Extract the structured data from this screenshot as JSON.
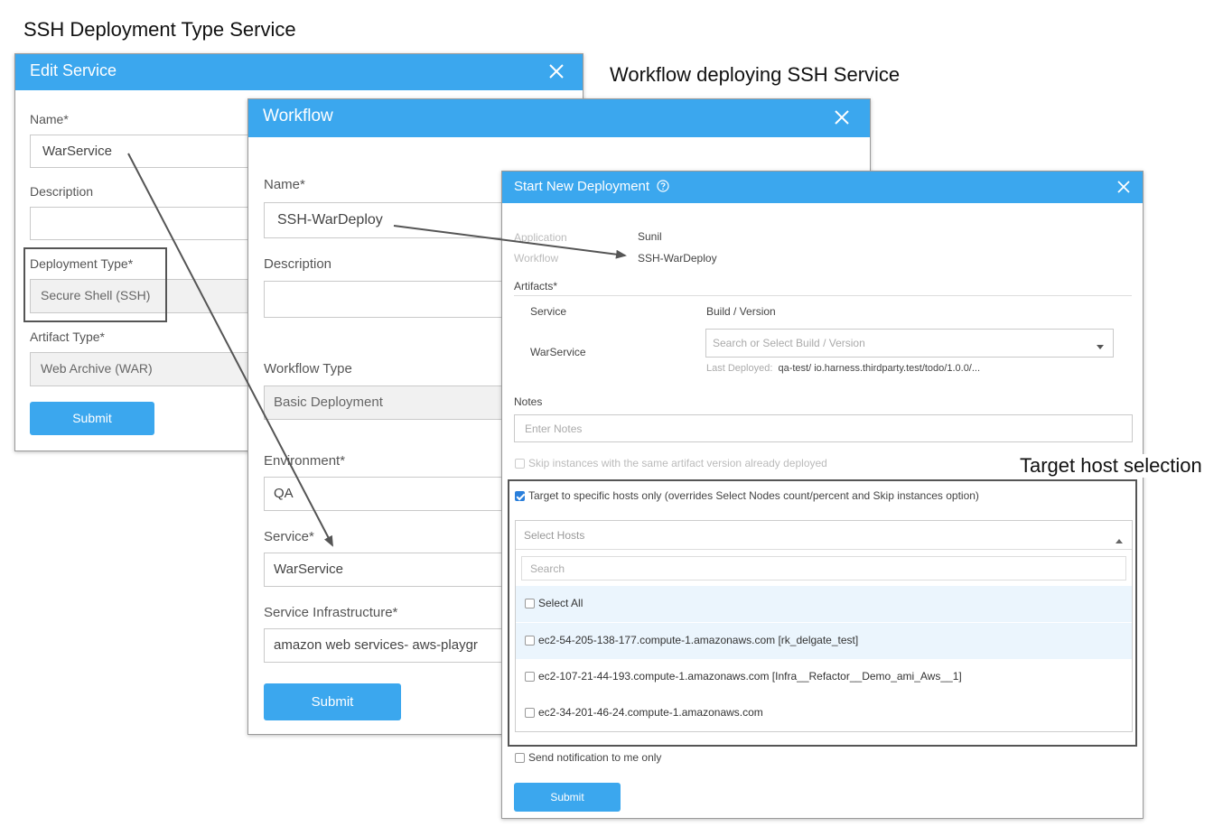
{
  "captions": {
    "ssh_service": "SSH Deployment Type Service",
    "workflow_deploying": "Workflow deploying SSH Service",
    "target_host": "Target host selection"
  },
  "edit_service": {
    "title": "Edit Service",
    "name_label": "Name*",
    "name_value": "WarService",
    "description_label": "Description",
    "description_value": "",
    "deployment_type_label": "Deployment Type*",
    "deployment_type_value": "Secure Shell (SSH)",
    "artifact_type_label": "Artifact Type*",
    "artifact_type_value": "Web Archive (WAR)",
    "submit_label": "Submit"
  },
  "workflow": {
    "title": "Workflow",
    "name_label": "Name*",
    "name_value": "SSH-WarDeploy",
    "description_label": "Description",
    "description_value": "",
    "workflow_type_label": "Workflow Type",
    "workflow_type_value": "Basic Deployment",
    "environment_label": "Environment*",
    "environment_value": "QA",
    "service_label": "Service*",
    "service_value": "WarService",
    "infra_label": "Service Infrastructure*",
    "infra_value": "amazon web services- aws-playgr",
    "submit_label": "Submit"
  },
  "deployment": {
    "title": "Start New Deployment",
    "application_label": "Application",
    "application_value": "Sunil",
    "workflow_label": "Workflow",
    "workflow_value": "SSH-WarDeploy",
    "artifacts_label": "Artifacts*",
    "service_col": "Service",
    "build_col": "Build / Version",
    "artifact_service": "WarService",
    "build_placeholder": "Search or Select Build / Version",
    "last_deployed_label": "Last Deployed:",
    "last_deployed_value": "qa-test/ io.harness.thirdparty.test/todo/1.0.0/...",
    "notes_label": "Notes",
    "notes_placeholder": "Enter Notes",
    "skip_instances_label": "Skip instances with the same artifact version already deployed",
    "target_hosts_label": "Target to specific hosts only (overrides Select Nodes count/percent and Skip instances option)",
    "select_hosts_placeholder": "Select Hosts",
    "search_placeholder": "Search",
    "select_all_label": "Select All",
    "hosts": [
      "ec2-54-205-138-177.compute-1.amazonaws.com [rk_delgate_test]",
      "ec2-107-21-44-193.compute-1.amazonaws.com [Infra__Refactor__Demo_ami_Aws__1]",
      "ec2-34-201-46-24.compute-1.amazonaws.com"
    ],
    "notify_label": "Send notification to me only",
    "submit_label": "Submit"
  },
  "colors": {
    "header_blue": "#3ba7ee",
    "checkbox_blue": "#2a7fdb",
    "highlight_row": "#ebf5fd"
  },
  "icons": {
    "close": "close-icon",
    "help": "help-circle-icon",
    "caret_down": "caret-down-icon",
    "caret_up": "caret-up-icon"
  }
}
